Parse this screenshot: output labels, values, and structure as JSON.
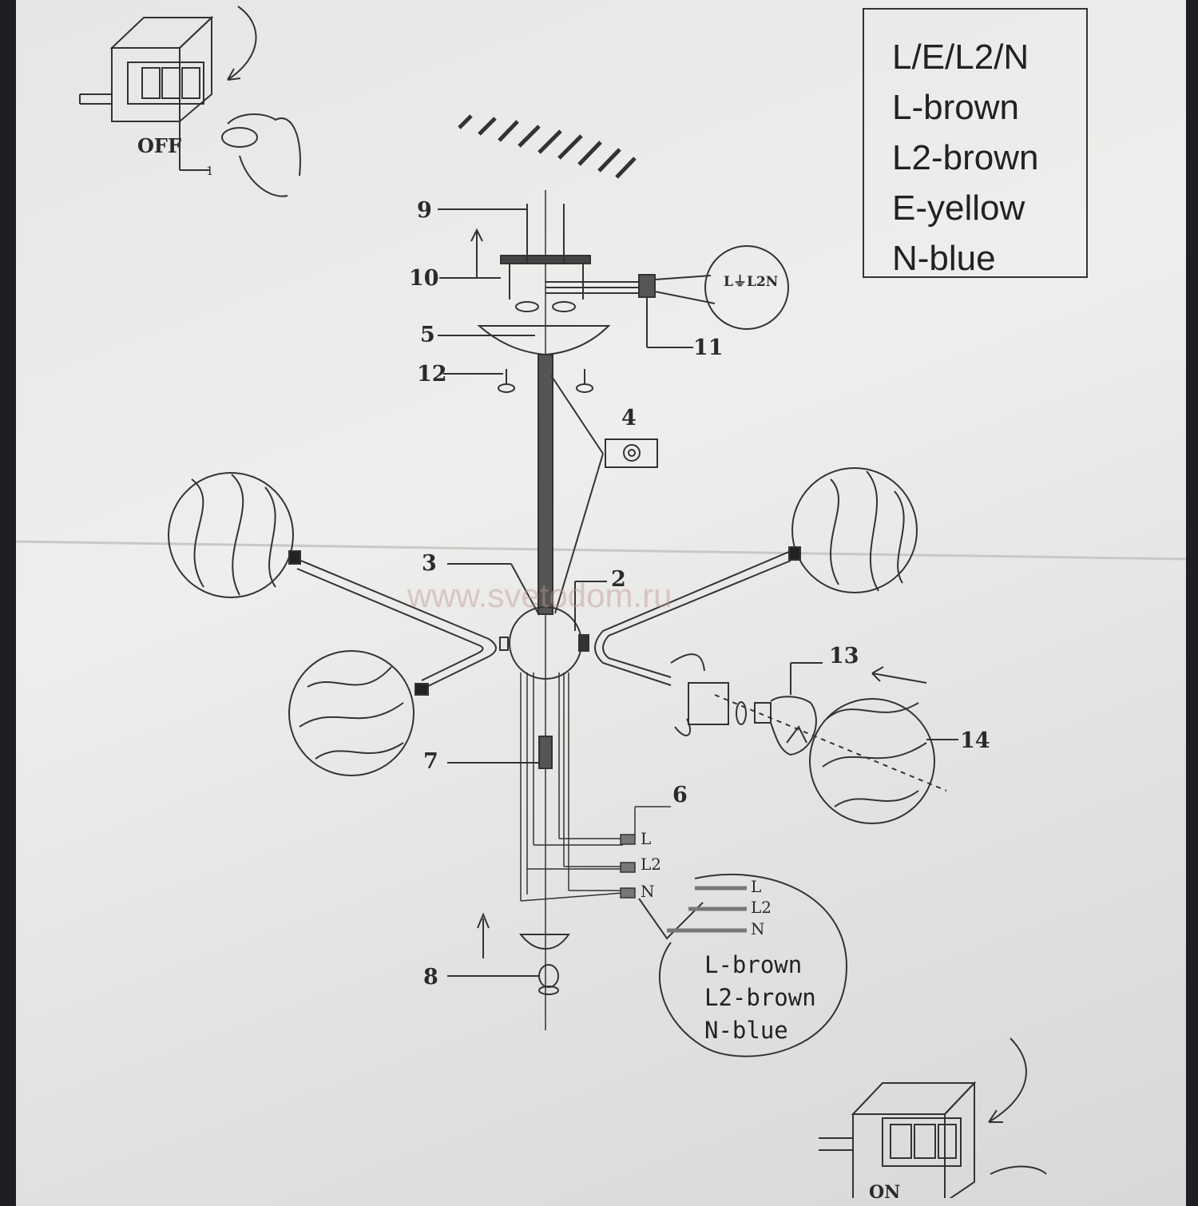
{
  "legend": {
    "line1": "L/E/L2/N",
    "line2": "L-brown",
    "line3": "L2-brown",
    "line4": "E-yellow",
    "line5": "N-blue"
  },
  "switch_top": {
    "state_label": "OFF",
    "callout_number": "1"
  },
  "switch_bottom": {
    "state_label": "ON"
  },
  "part_numbers": {
    "p1": "1",
    "p2": "2",
    "p3": "3",
    "p4": "4",
    "p5": "5",
    "p6": "6",
    "p7": "7",
    "p8": "8",
    "p9": "9",
    "p10": "10",
    "p11": "11",
    "p12": "12",
    "p13": "13",
    "p14": "14"
  },
  "terminal_block": {
    "labels": "L⏚L2N"
  },
  "wires": {
    "l": "L",
    "l2": "L2",
    "n": "N"
  },
  "bubble": {
    "wire_l": "L",
    "wire_l2": "L2",
    "wire_n": "N",
    "color1": "L-brown",
    "color2": "L2-brown",
    "color3": "N-blue"
  },
  "watermark": "www.svetodom.ru"
}
